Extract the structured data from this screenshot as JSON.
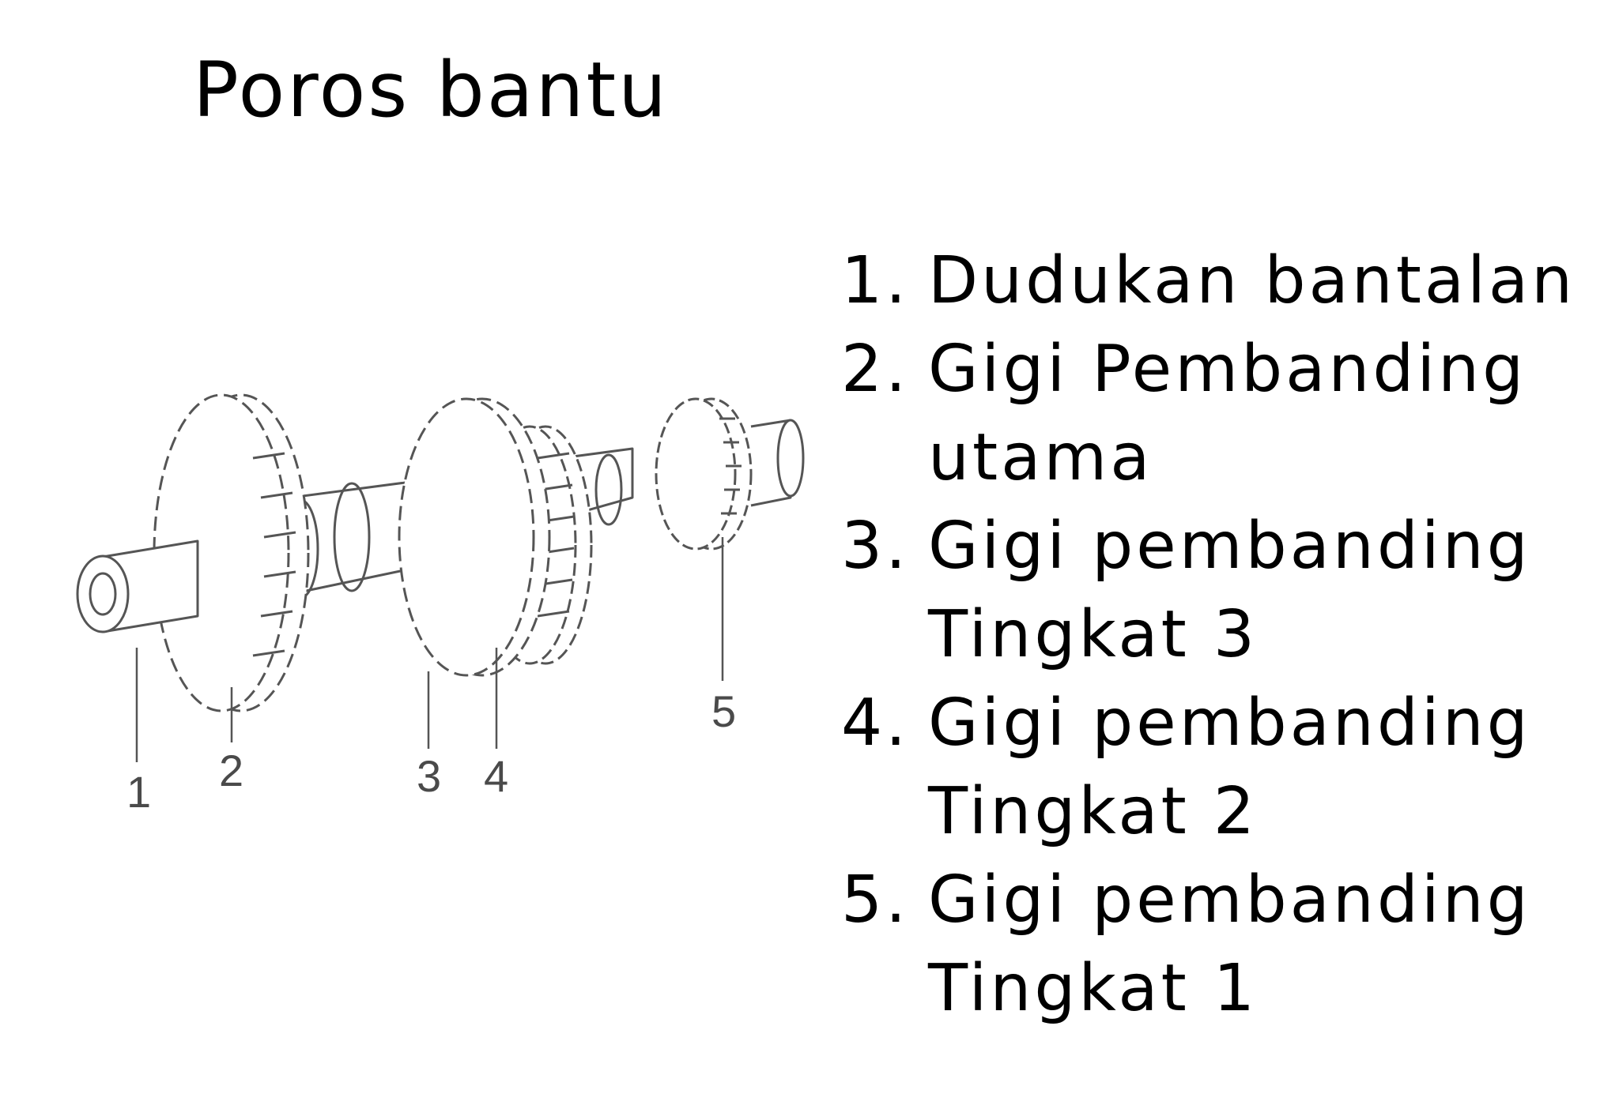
{
  "slide": {
    "title": "Poros bantu"
  },
  "figure": {
    "callouts": [
      "1",
      "2",
      "3",
      "4",
      "5"
    ]
  },
  "legend": {
    "items": [
      {
        "num": "1.",
        "text": "Dudukan bantalan"
      },
      {
        "num": "2.",
        "text": "Gigi Pembanding utama"
      },
      {
        "num": "3.",
        "text": "Gigi pembanding Tingkat 3"
      },
      {
        "num": "4.",
        "text": "Gigi pembanding Tingkat 2"
      },
      {
        "num": "5.",
        "text": "Gigi pembanding Tingkat 1"
      }
    ]
  }
}
